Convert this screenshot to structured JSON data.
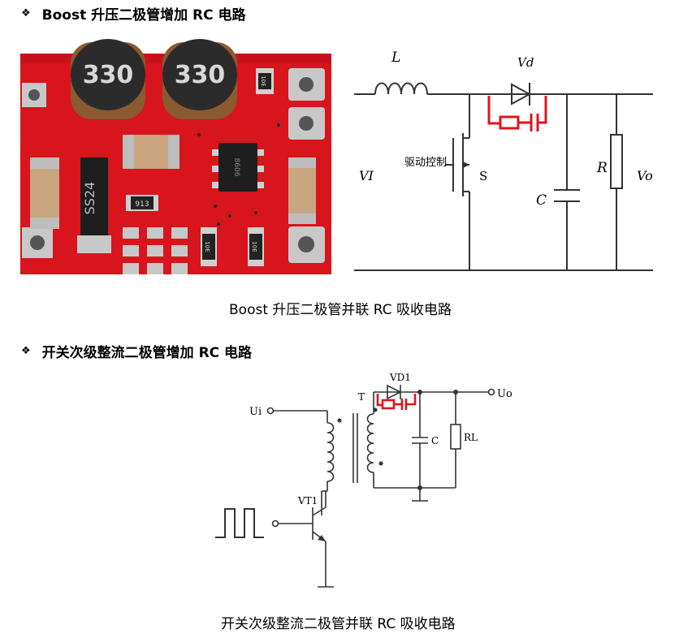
{
  "section1": {
    "bullet": "❖",
    "heading": "Boost 升压二极管增加 RC 电路",
    "caption": "Boost 升压二极管并联 RC 吸收电路",
    "photo": {
      "inductor_left_marking": "330",
      "inductor_right_marking": "330",
      "diode_marking": "SS24",
      "resistor_marking": "913",
      "ic_marking": "8606",
      "r1_marking": "10E",
      "r2_marking": "10E",
      "r3_marking": "10E",
      "board_color": "#d8141c"
    },
    "schematic": {
      "inductor_label": "L",
      "diode_label": "Vd",
      "drive_label": "驱动控制",
      "switch_label": "S",
      "input_label": "VI",
      "capacitor_label": "C",
      "resistor_label": "R",
      "output_label": "Vo"
    }
  },
  "section2": {
    "bullet": "❖",
    "heading": "开关次级整流二极管增加 RC 电路",
    "caption": "开关次级整流二极管并联 RC 吸收电路",
    "schematic": {
      "diode_label": "VD1",
      "transformer_label": "T",
      "input_label": "Ui",
      "output_label": "Uo",
      "capacitor_label": "C",
      "load_label": "RL",
      "transistor_label": "VT1"
    }
  },
  "colors": {
    "snubber_red": "#e0141c",
    "board_red": "#d8141c",
    "line": "#333333"
  }
}
